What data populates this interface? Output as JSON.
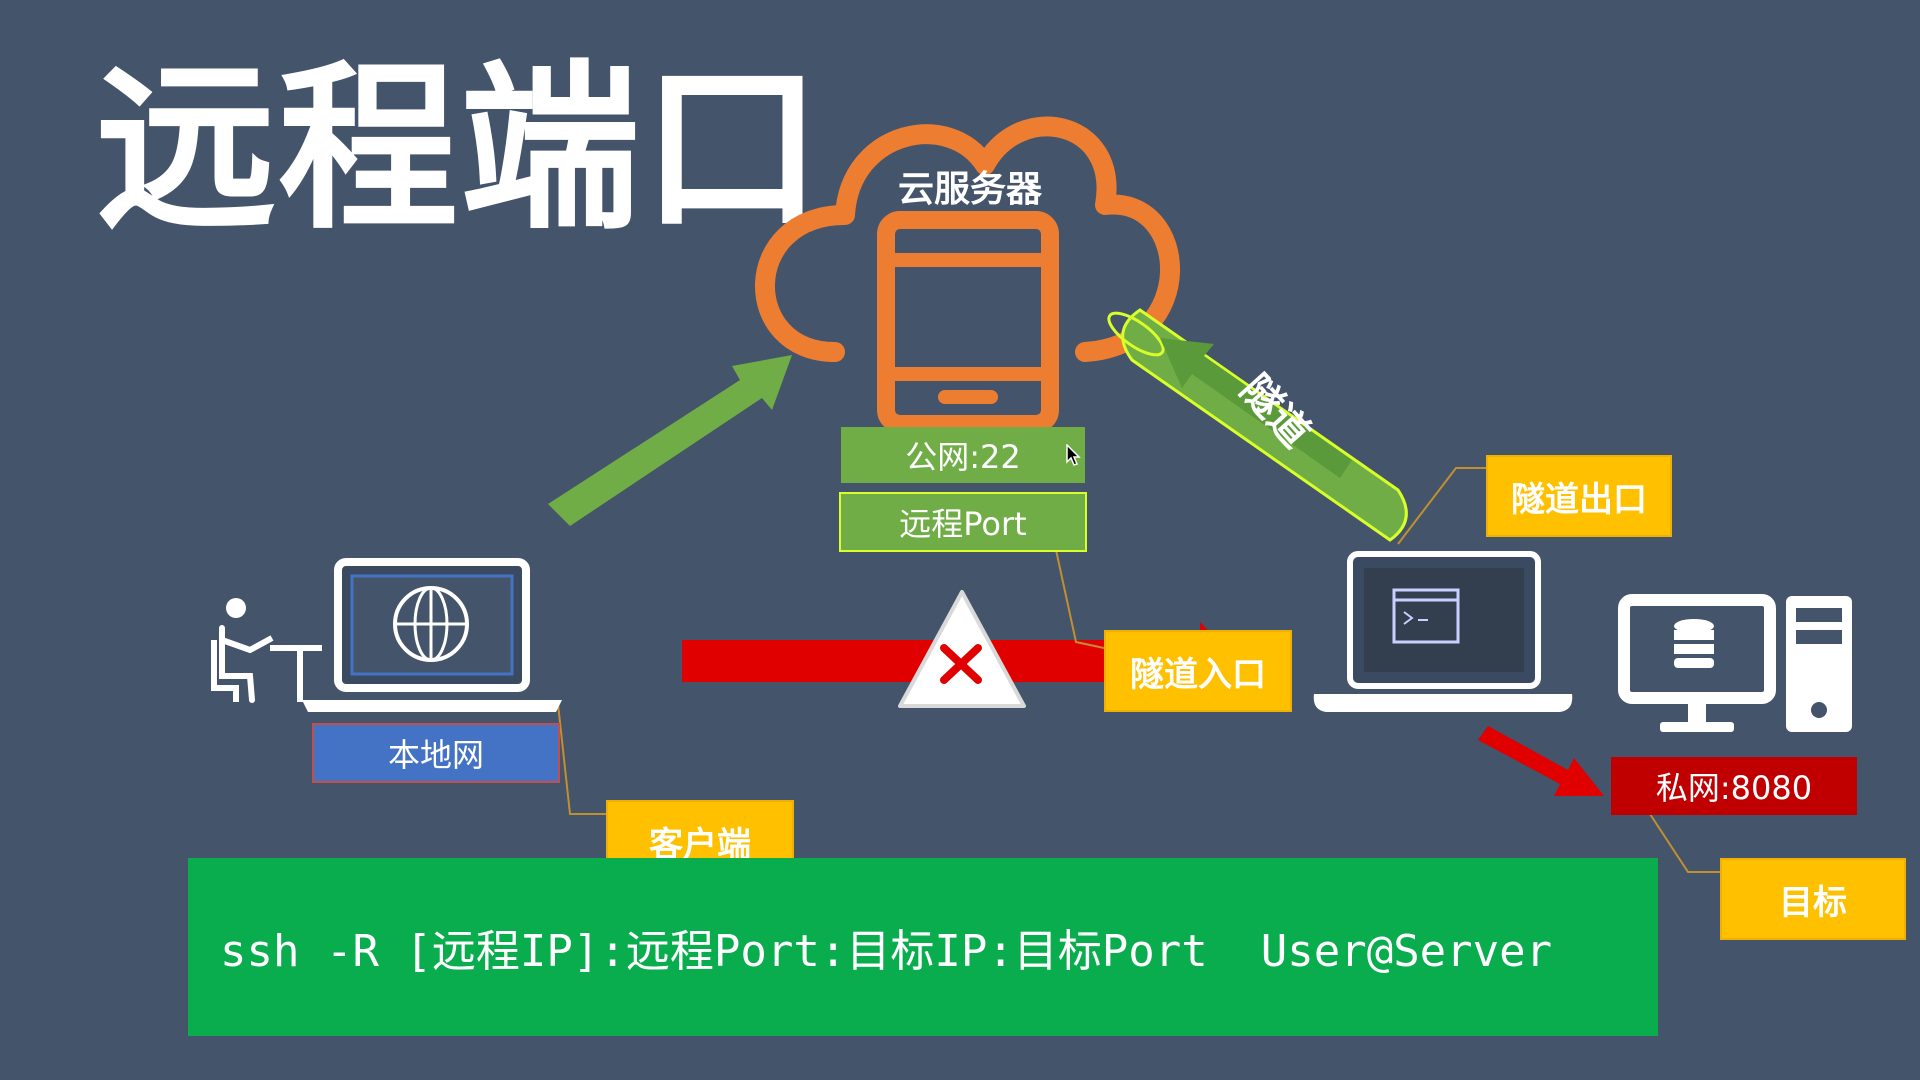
{
  "slide": {
    "title": "远程端口",
    "background_color": "#44546a"
  },
  "cloud": {
    "label": "云服务器",
    "color": "#ed7d31"
  },
  "labels": {
    "public_port": "公网:22",
    "remote_port": "远程Port",
    "local_network": "本地网",
    "private_port": "私网:8080",
    "tunnel": "隧道"
  },
  "callouts": {
    "tunnel_exit": "隧道出口",
    "tunnel_entry": "隧道入口",
    "client": "客户端",
    "target": "目标"
  },
  "command": {
    "text": "ssh -R [远程IP]:远程Port:目标IP:目标Port  User@Server"
  },
  "icons": [
    "person-at-desk-icon",
    "laptop-globe-icon",
    "laptop-terminal-icon",
    "desktop-database-icon",
    "server-tower-icon",
    "phone-server-icon",
    "blocked-warning-icon",
    "mouse-cursor-icon"
  ],
  "colors": {
    "green_arrow": "#70ad47",
    "red_bar": "#e00000",
    "callout": "#ffc000",
    "command_bg": "#0aad4e",
    "tunnel_outline": "#d8ff2a"
  }
}
